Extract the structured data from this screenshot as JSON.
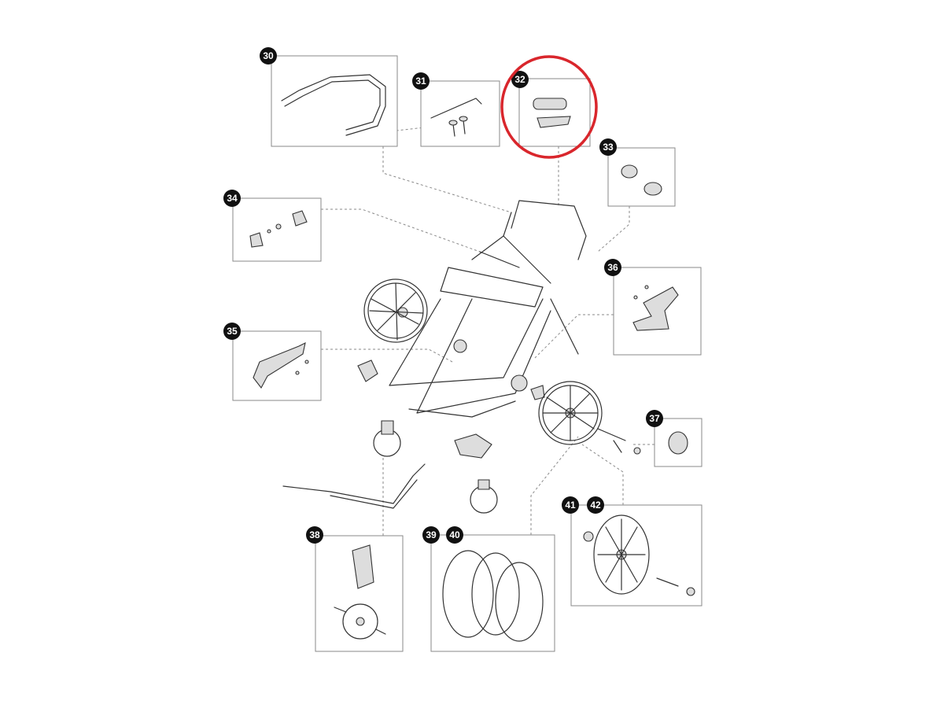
{
  "diagram": {
    "type": "exploded-parts-view",
    "parts": [
      {
        "id": "30",
        "label": "30"
      },
      {
        "id": "31",
        "label": "31"
      },
      {
        "id": "32",
        "label": "32",
        "highlighted": true
      },
      {
        "id": "33",
        "label": "33"
      },
      {
        "id": "34",
        "label": "34"
      },
      {
        "id": "35",
        "label": "35"
      },
      {
        "id": "36",
        "label": "36"
      },
      {
        "id": "37",
        "label": "37"
      },
      {
        "id": "38",
        "label": "38"
      },
      {
        "id": "39",
        "label": "39"
      },
      {
        "id": "40",
        "label": "40"
      },
      {
        "id": "41",
        "label": "41"
      },
      {
        "id": "42",
        "label": "42"
      }
    ],
    "highlight_color": "#d9262c"
  }
}
